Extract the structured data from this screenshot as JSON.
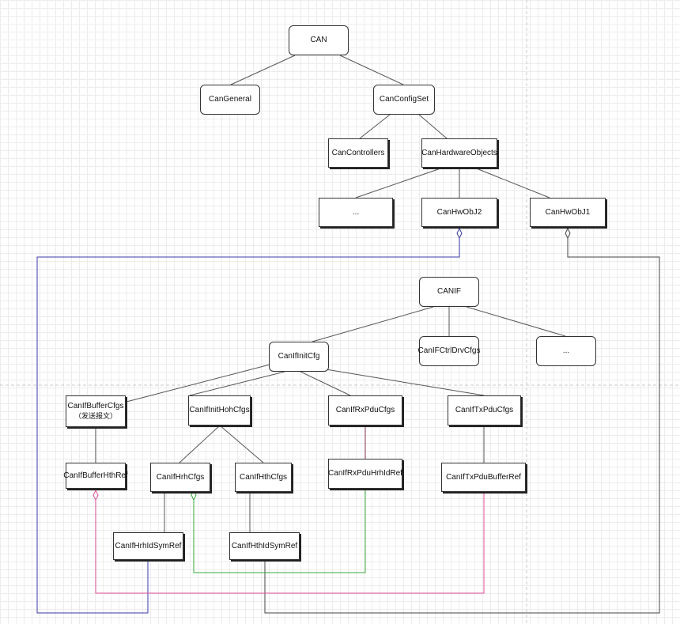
{
  "nodes": {
    "can": "CAN",
    "can_general": "CanGeneral",
    "can_config_set": "CanConfigSet",
    "can_controllers": "CanControllers",
    "can_hardware_objects": "CanHardwareObjects",
    "hwobj_ellipsis": "...",
    "can_hwobj2": "CanHwObJ2",
    "can_hwobj1": "CanHwObJ1",
    "canif": "CANIF",
    "canif_init_cfg": "CanIfInitCfg",
    "canif_ctrl_drv_cfgs": "CanIFCtrlDrvCfgs",
    "canif_ellipsis": "...",
    "canif_buffer_cfgs": "CanIfBufferCfgs",
    "canif_buffer_cfgs_note": "（发送报文）",
    "canif_init_hoh_cfgs": "CanIfInitHohCfgs",
    "canif_rx_pdu_cfgs": "CanIfRxPduCfgs",
    "canif_tx_pdu_cfgs": "CanIfTxPduCfgs",
    "canif_buffer_hth_ref": "CanIfBufferHthRef",
    "canif_hrh_cfgs": "CanIfHrhCfgs",
    "canif_hth_cfgs": "CanIfHthCfgs",
    "canif_rx_pdu_hrh_id_ref": "CanIfRxPduHrhIdRef",
    "canif_tx_pdu_buffer_ref": "CanIfTxPduBufferRef",
    "canif_hrh_id_sym_ref": "CanIfHrhIdSymRef",
    "canif_hth_id_sym_ref": "CanIfHthIdSymRef"
  },
  "colors": {
    "tree_line": "#555555",
    "page_border": "#c8c8c8",
    "ref_hwobj2": "#3a3aa8",
    "ref_hwobj1": "#444444",
    "ref_buffer": "#e0509a",
    "ref_rx": "#3aaa3a"
  }
}
